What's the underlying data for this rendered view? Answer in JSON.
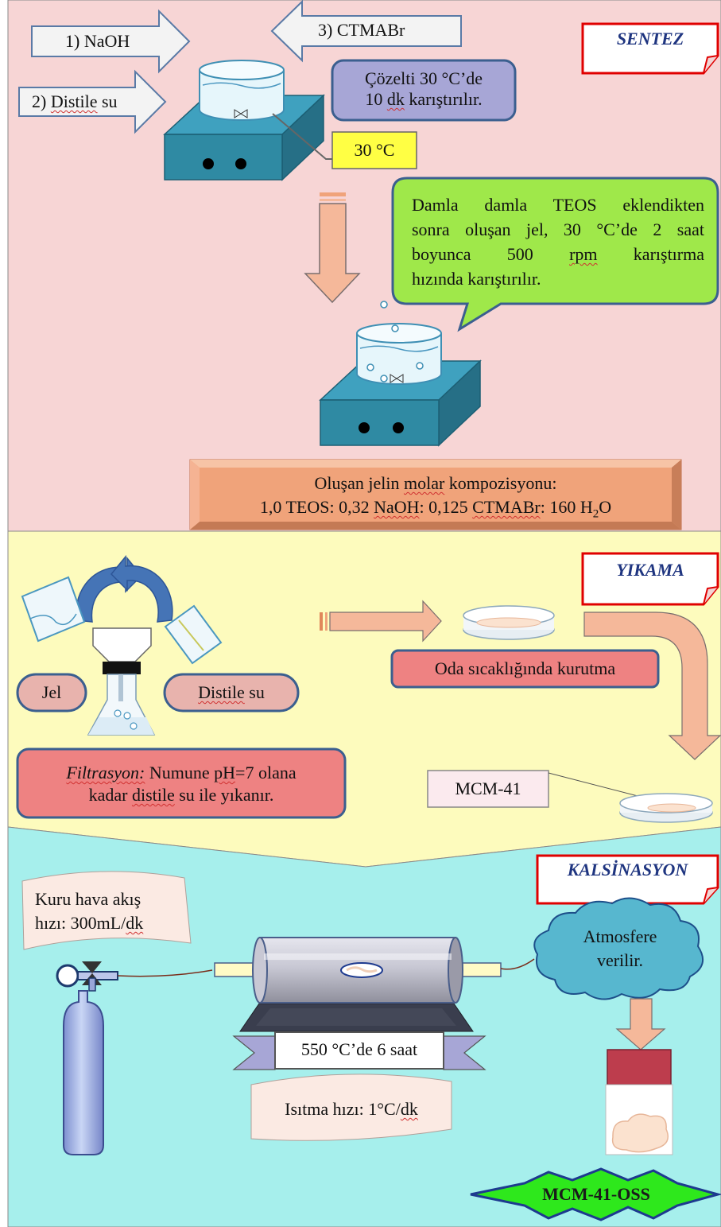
{
  "sections": {
    "sentez": "SENTEZ",
    "yikama": "YIKAMA",
    "kalsinasyon": "KALSİNASYON"
  },
  "sentez": {
    "arrow_naoh": "1) NaOH",
    "arrow_distile_prefix": "2) ",
    "arrow_distile_word": "Distile",
    "arrow_distile_suffix": " su",
    "arrow_ctmabr": "3) CTMABr",
    "stir_note_line1": "Çözelti 30 °C’de",
    "stir_note_line2_a": "10 ",
    "stir_note_line2_b": "dk",
    "stir_note_line2_c": " karıştırılır.",
    "temp_label": "30 °C",
    "teos_line1": "Damla damla TEOS eklendikten",
    "teos_line2": "sonra oluşan jel, 30 °C’de 2 saat",
    "teos_line3_a": "boyunca 500 ",
    "teos_line3_b": "rpm",
    "teos_line3_c": " karıştırma",
    "teos_line4": "hızında karıştırılır.",
    "composition_line1_a": "Oluşan jelin ",
    "composition_line1_b": "molar",
    "composition_line1_c": " kompozisyonu:",
    "composition_line2_a": "1,0 TEOS: 0,32 ",
    "composition_line2_b": "NaOH",
    "composition_line2_c": ": 0,125 ",
    "composition_line2_d": "CTMABr",
    "composition_line2_e": ": 160 H",
    "composition_line2_sub": "2",
    "composition_line2_f": "O"
  },
  "yikama": {
    "jel_label": "Jel",
    "distile_label_a": "Distile",
    "distile_label_b": " su",
    "filtration_term": "Filtrasyon:",
    "filtration_line1_a": " Numune ",
    "filtration_line1_b": "pH",
    "filtration_line1_c": "=7 olana",
    "filtration_line2_a": "kadar ",
    "filtration_line2_b": "distile",
    "filtration_line2_c": " su ile yıkanır.",
    "drying_label": "Oda sıcaklığında kurutma",
    "product_label": "MCM-41"
  },
  "kalsinasyon": {
    "air_flow_line1": "Kuru hava akış",
    "air_flow_line2_a": "hızı: 300mL/",
    "air_flow_line2_b": "dk",
    "atmosphere_line1": "Atmosfere",
    "atmosphere_line2": "verilir.",
    "calcination_condition": "550 °C’de 6 saat",
    "heating_rate_a": "Isıtma hızı: 1°C/",
    "heating_rate_b": "dk",
    "final_product": "MCM-41-OSS"
  },
  "colors": {
    "sentez_bg": "#f7d5d5",
    "yikama_bg": "#fdfbbd",
    "kalsinasyon_bg": "#a6efec",
    "stirrer": "#2f8aa3",
    "arrow_salmon": "#f5b89a",
    "note_green": "#9fe84a",
    "composition_box": "#f0a37a",
    "badge_pink": "#ee8282",
    "label_red": "#e00000",
    "final_green": "#2ee81c"
  }
}
